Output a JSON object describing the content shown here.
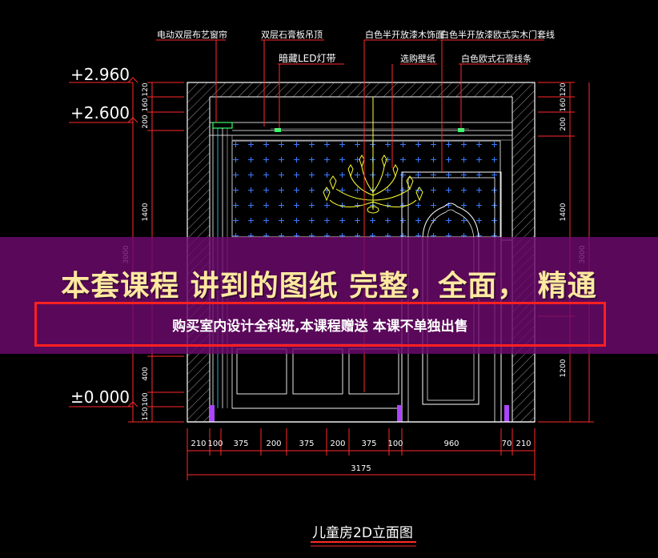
{
  "annotations": {
    "curtain": "电动双层布艺窗帘",
    "ceiling_board": "双层石膏板吊顶",
    "led": "暗藏LED灯带",
    "wood_panel": "白色半开放漆木饰面",
    "door_frame": "白色半开放漆欧式实木门套线",
    "wallpaper": "选购壁纸",
    "plaster_line": "白色欧式石膏线条"
  },
  "levels": {
    "top": "+2.960",
    "ceiling": "+2.600",
    "floor": "±0.000"
  },
  "left_dims": [
    "120",
    "160",
    "200",
    "1400",
    "3000",
    "400",
    "100",
    "150"
  ],
  "right_dims": [
    "120",
    "160",
    "200",
    "1400",
    "3000",
    "1200"
  ],
  "bottom_dims": [
    "210",
    "100",
    "375",
    "200",
    "375",
    "200",
    "375",
    "100",
    "960",
    "70",
    "210"
  ],
  "total_width": "3175",
  "title": "儿童房2D立面图",
  "promo": {
    "headline": "本套课程 讲到的图纸   完整，全面，  精通",
    "subline": "购买室内设计全科班,本课程赠送 本课不单独出售"
  },
  "colors": {
    "background": "#000000",
    "dimension": "#ff2a2a",
    "wall_outline": "#ffffff",
    "wallpaper_mark": "#3a7bff",
    "chandelier": "#ffff33",
    "promo_band": "#6e0a6e",
    "promo_text": "#ffe9a0"
  }
}
